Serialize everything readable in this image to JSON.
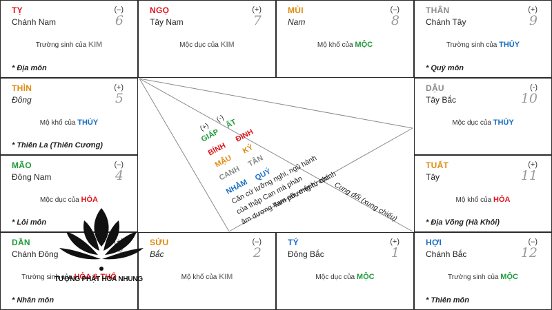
{
  "cells": [
    {
      "id": "ty-snake",
      "name": "TỴ",
      "name_color": "#e0141b",
      "sign": "(–)",
      "direction": "Chánh Nam",
      "dir_italic": false,
      "number": "6",
      "phase_prefix": "Trường sinh của",
      "phase_element": "KIM",
      "element_class": "hl-kim",
      "gate": "* Địa môn"
    },
    {
      "id": "ngo",
      "name": "NGỌ",
      "name_color": "#e0141b",
      "sign": "(+)",
      "direction": "Tây Nam",
      "dir_italic": false,
      "number": "7",
      "phase_prefix": "Mộc dục của",
      "phase_element": "KIM",
      "element_class": "hl-kim",
      "gate": ""
    },
    {
      "id": "mui",
      "name": "MÙI",
      "name_color": "#e08a10",
      "sign": "(–)",
      "direction": "Nam",
      "dir_italic": true,
      "number": "8",
      "phase_prefix": "Mộ khố của",
      "phase_element": "MỘC",
      "element_class": "hl-moc",
      "gate": ""
    },
    {
      "id": "than",
      "name": "THÂN",
      "name_color": "#8a8a8a",
      "sign": "(+)",
      "direction": "Chánh Tây",
      "dir_italic": false,
      "number": "9",
      "phase_prefix": "Trường sinh của",
      "phase_element": "THỦY",
      "element_class": "hl-thuy",
      "gate": "* Quỷ môn"
    },
    {
      "id": "thin",
      "name": "THÌN",
      "name_color": "#e08a10",
      "sign": "(+)",
      "direction": "Đông",
      "dir_italic": true,
      "number": "5",
      "phase_prefix": "Mộ khố của",
      "phase_element": "THỦY",
      "element_class": "hl-thuy",
      "gate": "* Thiên La (Thiên Cương)"
    },
    {
      "id": "dau",
      "name": "DẬU",
      "name_color": "#8a8a8a",
      "sign": "(-)",
      "direction": "Tây Bắc",
      "dir_italic": false,
      "number": "10",
      "phase_prefix": "Mộc dục của",
      "phase_element": "THỦY",
      "element_class": "hl-thuy",
      "gate": ""
    },
    {
      "id": "mao",
      "name": "MÃO",
      "name_color": "#1e9a3a",
      "sign": "(–)",
      "direction": "Đông Nam",
      "dir_italic": false,
      "number": "4",
      "phase_prefix": "Mộc dục của",
      "phase_element": "HỎA",
      "element_class": "hl-hoa",
      "gate": "* Lôi môn"
    },
    {
      "id": "tuat",
      "name": "TUẤT",
      "name_color": "#e08a10",
      "sign": "(+)",
      "direction": "Tây",
      "dir_italic": false,
      "number": "11",
      "phase_prefix": "Mộ khố của",
      "phase_element": "HỎA",
      "element_class": "hl-hoa",
      "gate": "* Địa Võng (Hà Khôi)"
    },
    {
      "id": "dan",
      "name": "DẦN",
      "name_color": "#1e9a3a",
      "sign": "(+)",
      "direction": "Chánh Đông",
      "dir_italic": false,
      "number": "3",
      "phase_prefix": "Trường sinh của",
      "phase_element": "HỎA & THỔ",
      "element_class": "hl-hoa",
      "gate": "* Nhân môn"
    },
    {
      "id": "suu",
      "name": "SỬU",
      "name_color": "#e08a10",
      "sign": "(–)",
      "direction": "Bắc",
      "dir_italic": true,
      "number": "2",
      "phase_prefix": "Mộ khố của",
      "phase_element": "KIM",
      "element_class": "hl-kim",
      "gate": ""
    },
    {
      "id": "ty-rat",
      "name": "TÝ",
      "name_color": "#1a6fc2",
      "sign": "(+)",
      "direction": "Đông Bắc",
      "dir_italic": false,
      "number": "1",
      "phase_prefix": "Mộc dục của",
      "phase_element": "MỘC",
      "element_class": "hl-moc",
      "gate": ""
    },
    {
      "id": "hoi",
      "name": "HỢI",
      "name_color": "#1a6fc2",
      "sign": "(–)",
      "direction": "Chánh Bắc",
      "dir_italic": false,
      "number": "12",
      "phase_prefix": "Trường sinh của",
      "phase_element": "MỘC",
      "element_class": "hl-moc",
      "gate": "* Thiên môn"
    }
  ],
  "center": {
    "sign_plus": "(+)",
    "sign_minus": "(-)",
    "stems": [
      {
        "text": "GIÁP",
        "color": "#1e9a3a"
      },
      {
        "text": "ẤT",
        "color": "#1e9a3a"
      },
      {
        "text": "BÍNH",
        "color": "#e0141b"
      },
      {
        "text": "ĐINH",
        "color": "#e0141b"
      },
      {
        "text": "MẬU",
        "color": "#e08a10"
      },
      {
        "text": "KỶ",
        "color": "#e08a10"
      },
      {
        "text": "CANH",
        "color": "#8a8a8a"
      },
      {
        "text": "TÂN",
        "color": "#8a8a8a"
      },
      {
        "text": "NHÂM",
        "color": "#1a6fc2"
      },
      {
        "text": "QUÝ",
        "color": "#1a6fc2"
      }
    ],
    "note_lines": [
      "Căn cứ lưỡng nghi, ngũ hành",
      "của thập Can mà phân",
      "âm dương nam nữ, mệnh, cục."
    ],
    "tam_phuong": "Tam phương tứ chính",
    "cung_doi": "Cung đối (xung chiếu)"
  },
  "logo_text": "TƯỢNG PHẬT HOA NHUNG",
  "colors": {
    "border": "#2a2a2a",
    "green": "#1e9a3a",
    "red": "#e0141b",
    "orange": "#e08a10",
    "blue": "#1a6fc2",
    "gray": "#8a8a8a"
  }
}
